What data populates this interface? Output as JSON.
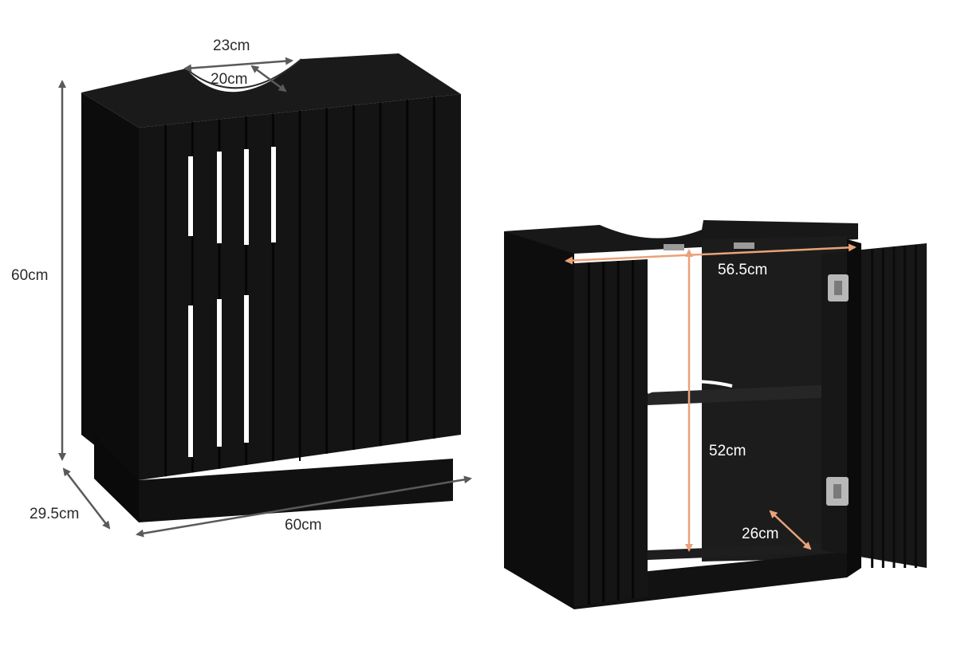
{
  "front_view": {
    "labels": {
      "top_width": "23cm",
      "top_depth": "20cm",
      "height": "60cm",
      "depth": "29.5cm",
      "width": "60cm"
    }
  },
  "open_view": {
    "labels": {
      "inner_width": "56.5cm",
      "inner_height": "52cm",
      "inner_depth": "26cm"
    }
  },
  "colors": {
    "cabinet": "#141414",
    "cabinet_edge": "#0a0a0a",
    "interior": "#1c1c1c",
    "dimension_gray": "#5a5a5a",
    "dimension_orange": "#e9a27a",
    "hinge": "#b8b8b8"
  }
}
